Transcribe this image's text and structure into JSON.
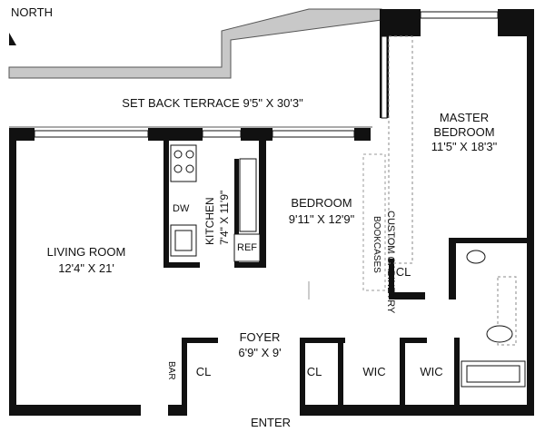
{
  "compass": {
    "label": "NORTH"
  },
  "rooms": {
    "terrace": {
      "name": "SET BACK TERRACE 9'5\" X 30'3\""
    },
    "living": {
      "name": "LIVING ROOM",
      "dims": "12'4\" X 21'"
    },
    "kitchen": {
      "name": "KITCHEN",
      "dims": "7'4\" X 11'9\""
    },
    "bedroom": {
      "name": "BEDROOM",
      "dims": "9'11\" X 12'9\""
    },
    "master": {
      "name1": "MASTER",
      "name2": "BEDROOM",
      "dims": "11'5\" X 18'3\""
    },
    "foyer": {
      "name": "FOYER",
      "dims": "6'9\" X 9'"
    }
  },
  "labels": {
    "custom_cabinetry": "CUSTOM CABINETRY",
    "bookcases": "BOOKCASES",
    "dw": "DW",
    "ref": "REF",
    "bar": "BAR",
    "cl": "CL",
    "wic": "WIC",
    "enter": "ENTER"
  }
}
